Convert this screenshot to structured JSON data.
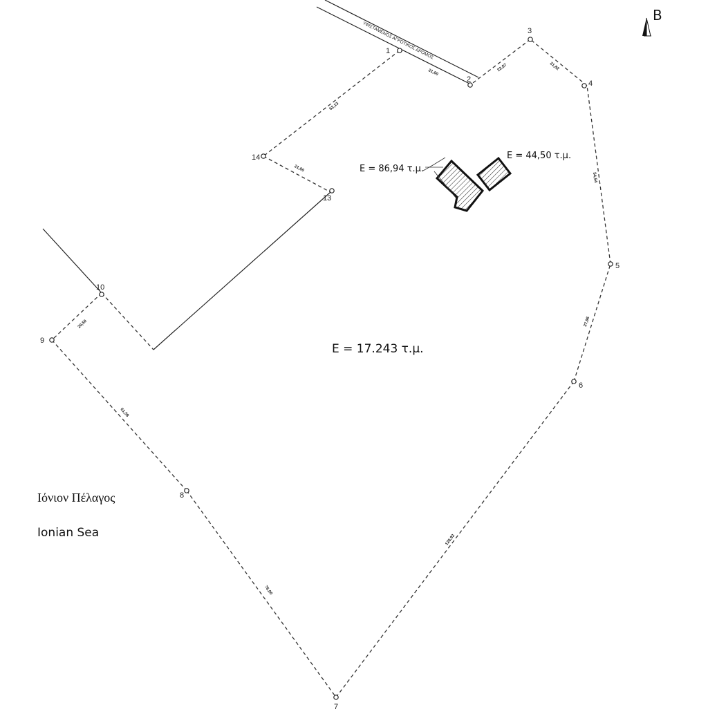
{
  "north_arrow": {
    "label": "B",
    "icon": "north-arrow-icon"
  },
  "road": {
    "label": "ΥΦΙΣΤΑΜΕΝΟΣ ΑΓΡΟΤΙΚΟΣ ΔΡΟΜΟΣ"
  },
  "vertices": [
    {
      "id": "1",
      "label": "1"
    },
    {
      "id": "2",
      "label": "2"
    },
    {
      "id": "3",
      "label": "3"
    },
    {
      "id": "4",
      "label": "4"
    },
    {
      "id": "5",
      "label": "5"
    },
    {
      "id": "6",
      "label": "6"
    },
    {
      "id": "7",
      "label": "7"
    },
    {
      "id": "8",
      "label": "8"
    },
    {
      "id": "9",
      "label": "9"
    },
    {
      "id": "10",
      "label": "10"
    },
    {
      "id": "13",
      "label": "13"
    },
    {
      "id": "14",
      "label": "14"
    }
  ],
  "distances": {
    "d1_2": "21,00",
    "d2_3": "22,87",
    "d3_4": "21,82",
    "d4_5": "54,54",
    "d5_6": "37,96",
    "d6_7": "128,92",
    "d7_8": "76,00",
    "d8_9": "61,58",
    "d9_10": "20,50",
    "d13_14": "21,00",
    "d14_1": "52,13"
  },
  "buildings": {
    "large_area": "Ε = 86,94 τ.μ.",
    "small_area": "Ε = 44,50 τ.μ."
  },
  "parcel_area": "Ε = 17.243 τ.μ.",
  "sea": {
    "greek": "Ιόνιον Πέλαγος",
    "english": "Ionian Sea"
  }
}
